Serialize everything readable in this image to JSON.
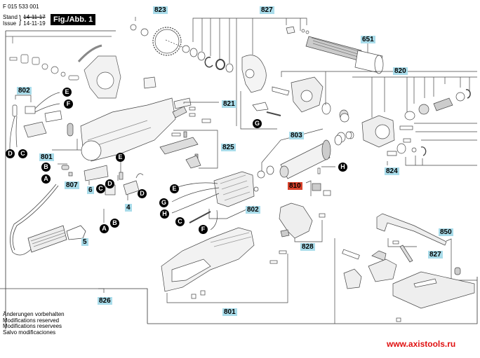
{
  "header": {
    "doc_number": "F 015 533 001",
    "stand_label": "Stand",
    "issue_label": "Issue",
    "old_date": "14-11-17",
    "current_date": "14-11-19",
    "figure_label": "Fig./Abb. 1"
  },
  "footer": {
    "notes": [
      "Änderungen vorbehalten",
      "Modifications reserved",
      "Modifications reservees",
      "Salvo modificaciones"
    ],
    "website": "www.axistools.ru"
  },
  "colors": {
    "part_label_bg": "#a9dcea",
    "highlight_label_bg": "#d8412a",
    "connector_bg": "#000000",
    "website": "#e01010"
  },
  "part_labels": [
    {
      "id": "823",
      "text": "823"
    },
    {
      "id": "827a",
      "text": "827"
    },
    {
      "id": "651",
      "text": "651"
    },
    {
      "id": "820",
      "text": "820"
    },
    {
      "id": "802a",
      "text": "802"
    },
    {
      "id": "821",
      "text": "821"
    },
    {
      "id": "825",
      "text": "825"
    },
    {
      "id": "801a",
      "text": "801"
    },
    {
      "id": "807",
      "text": "807"
    },
    {
      "id": "6",
      "text": "6"
    },
    {
      "id": "4",
      "text": "4"
    },
    {
      "id": "5",
      "text": "5"
    },
    {
      "id": "803",
      "text": "803"
    },
    {
      "id": "810",
      "text": "810",
      "highlighted": true
    },
    {
      "id": "802b",
      "text": "802"
    },
    {
      "id": "824",
      "text": "824"
    },
    {
      "id": "828",
      "text": "828"
    },
    {
      "id": "850",
      "text": "850"
    },
    {
      "id": "827b",
      "text": "827"
    },
    {
      "id": "826",
      "text": "826"
    },
    {
      "id": "801b",
      "text": "801"
    }
  ],
  "connectors": [
    {
      "id": "E1",
      "text": "E"
    },
    {
      "id": "F1",
      "text": "F"
    },
    {
      "id": "D1",
      "text": "D"
    },
    {
      "id": "C1",
      "text": "C"
    },
    {
      "id": "B1",
      "text": "B"
    },
    {
      "id": "A1",
      "text": "A"
    },
    {
      "id": "E2",
      "text": "E"
    },
    {
      "id": "D2",
      "text": "D"
    },
    {
      "id": "C2",
      "text": "C"
    },
    {
      "id": "D3",
      "text": "D"
    },
    {
      "id": "A2",
      "text": "A"
    },
    {
      "id": "B2",
      "text": "B"
    },
    {
      "id": "G1",
      "text": "G"
    },
    {
      "id": "H1",
      "text": "H"
    },
    {
      "id": "E3",
      "text": "E"
    },
    {
      "id": "G2",
      "text": "G"
    },
    {
      "id": "H2",
      "text": "H"
    },
    {
      "id": "C3",
      "text": "C"
    },
    {
      "id": "F2",
      "text": "F"
    }
  ]
}
